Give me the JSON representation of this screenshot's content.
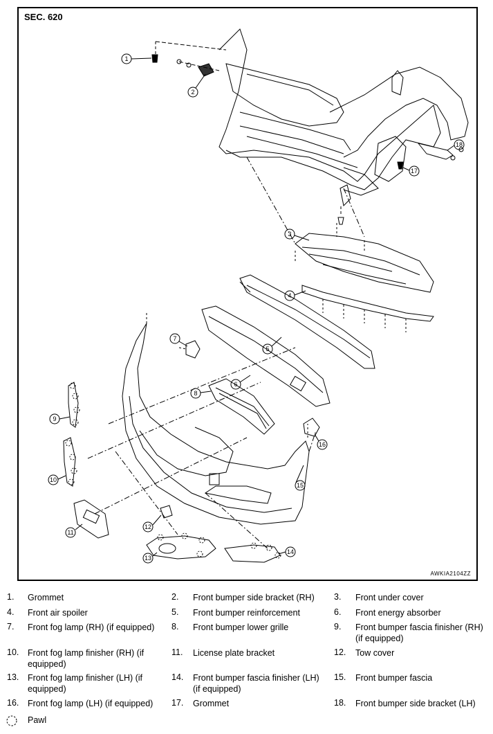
{
  "figure": {
    "section_label": "SEC. 620",
    "figure_code": "AWKIA2104ZZ",
    "callouts": [
      "1",
      "2",
      "3",
      "4",
      "5",
      "6",
      "7",
      "8",
      "9",
      "10",
      "11",
      "12",
      "13",
      "14",
      "15",
      "16",
      "17",
      "18"
    ]
  },
  "legend": {
    "items": [
      {
        "num": "1.",
        "text": "Grommet"
      },
      {
        "num": "2.",
        "text": "Front bumper side bracket (RH)"
      },
      {
        "num": "3.",
        "text": "Front under cover"
      },
      {
        "num": "4.",
        "text": "Front air spoiler"
      },
      {
        "num": "5.",
        "text": "Front bumper reinforcement"
      },
      {
        "num": "6.",
        "text": "Front energy absorber"
      },
      {
        "num": "7.",
        "text": "Front fog lamp (RH) (if equipped)"
      },
      {
        "num": "8.",
        "text": "Front bumper lower grille"
      },
      {
        "num": "9.",
        "text": "Front bumper fascia finisher (RH) (if equipped)"
      },
      {
        "num": "10.",
        "text": "Front fog lamp finisher (RH) (if equipped)"
      },
      {
        "num": "11.",
        "text": "License plate bracket"
      },
      {
        "num": "12.",
        "text": "Tow cover"
      },
      {
        "num": "13.",
        "text": "Front fog lamp finisher (LH) (if equipped)"
      },
      {
        "num": "14.",
        "text": "Front bumper fascia finisher (LH) (if equipped)"
      },
      {
        "num": "15.",
        "text": "Front bumper fascia"
      },
      {
        "num": "16.",
        "text": "Front fog lamp (LH) (if equipped)"
      },
      {
        "num": "17.",
        "text": "Grommet"
      },
      {
        "num": "18.",
        "text": "Front bumper side bracket (LH)"
      }
    ],
    "pawl_label": "Pawl"
  }
}
